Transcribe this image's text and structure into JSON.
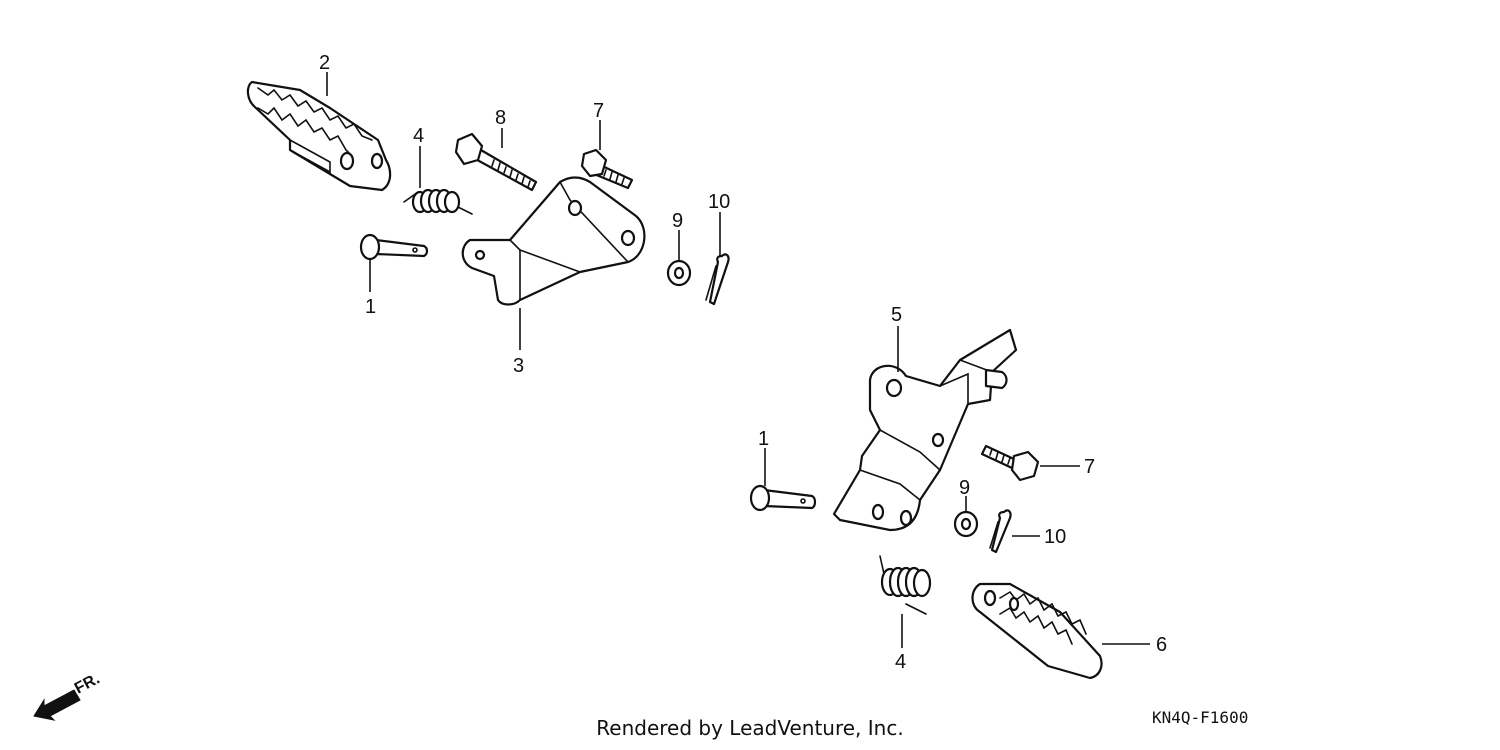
{
  "callouts": {
    "c1a": "1",
    "c2": "2",
    "c3": "3",
    "c4a": "4",
    "c7a": "7",
    "c8": "8",
    "c9a": "9",
    "c10a": "10",
    "c5": "5",
    "c1b": "1",
    "c7b": "7",
    "c9b": "9",
    "c10b": "10",
    "c4b": "4",
    "c6": "6"
  },
  "direction": {
    "label": "FR.",
    "icon": "front-direction-arrow-icon"
  },
  "footer": {
    "credit": "Rendered by LeadVenture, Inc.",
    "code": "KN4Q-F1600"
  }
}
